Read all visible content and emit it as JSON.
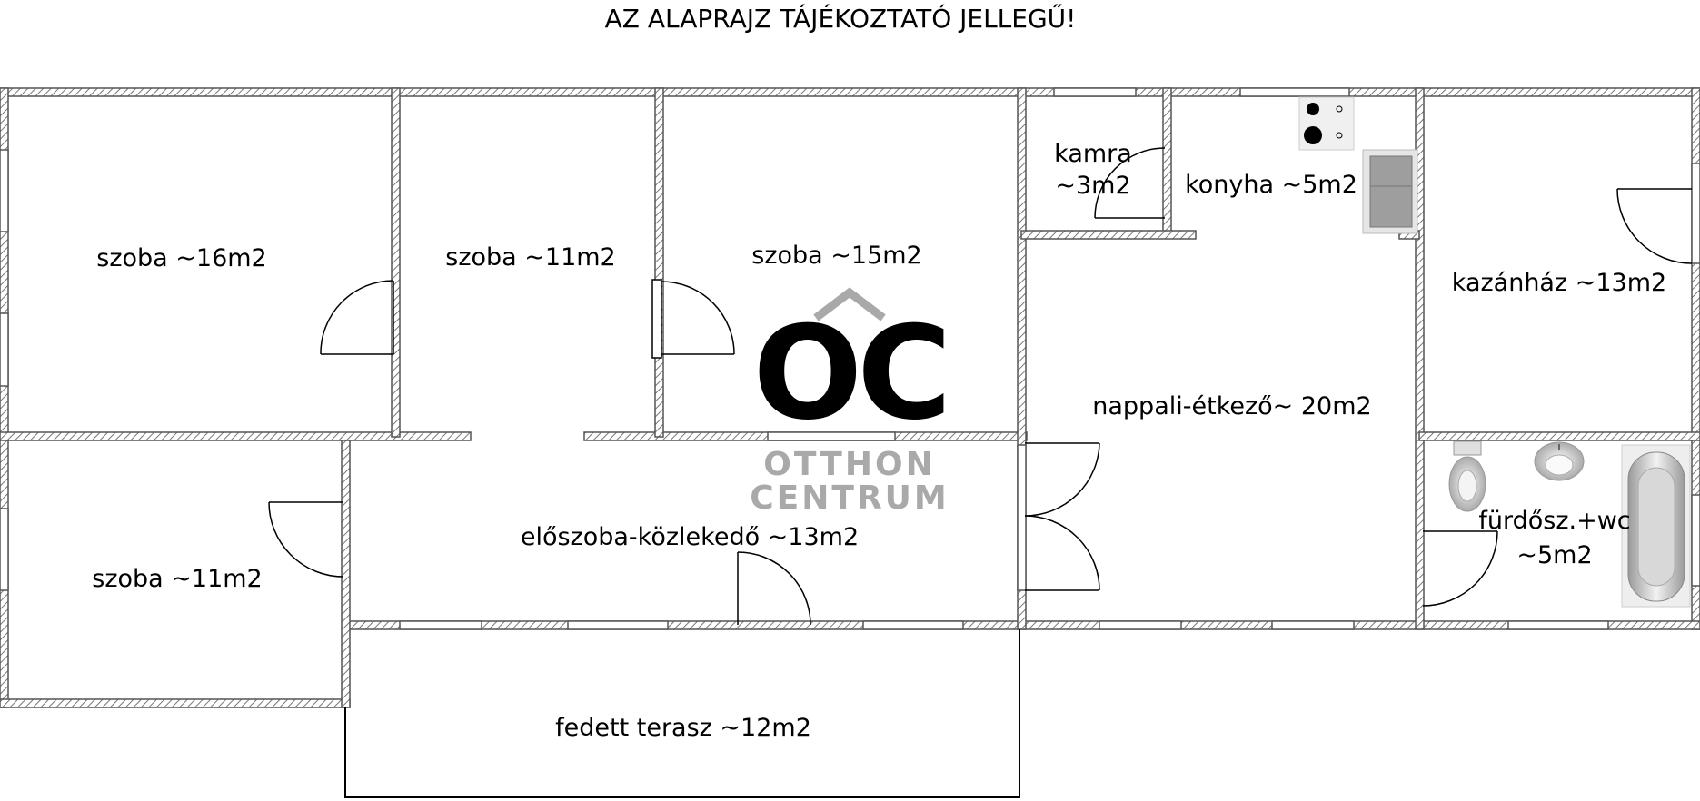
{
  "header": {
    "note": "AZ ALAPRAJZ TÁJÉKOZTATÓ JELLEGŰ!"
  },
  "rooms": [
    {
      "key": "szoba16",
      "label": "szoba ~16m2"
    },
    {
      "key": "szoba11a",
      "label": "szoba ~11m2"
    },
    {
      "key": "szoba15",
      "label": "szoba ~15m2"
    },
    {
      "key": "kamra1",
      "label": "kamra"
    },
    {
      "key": "kamra2",
      "label": "~3m2"
    },
    {
      "key": "konyha",
      "label": "konyha ~5m2"
    },
    {
      "key": "kazanhaz",
      "label": "kazánház ~13m2"
    },
    {
      "key": "nappali",
      "label": "nappali-étkező~ 20m2"
    },
    {
      "key": "eloszoba",
      "label": "előszoba-közlekedő ~13m2"
    },
    {
      "key": "szoba11b",
      "label": "szoba ~11m2"
    },
    {
      "key": "furdo1",
      "label": "fürdősz.+wc"
    },
    {
      "key": "furdo2",
      "label": "~5m2"
    },
    {
      "key": "terasz",
      "label": "fedett terasz ~12m2"
    }
  ],
  "watermark": {
    "mark": "ÔC",
    "line1": "OTTHON",
    "line2": "CENTRUM",
    "color": "#a9a9a9"
  },
  "colors": {
    "wall": "#555555",
    "hatch": "#888888",
    "line": "#000000"
  },
  "fixtures": [
    "stove-icon",
    "fridge-icon",
    "toilet-icon",
    "sink-icon",
    "bathtub-icon"
  ]
}
